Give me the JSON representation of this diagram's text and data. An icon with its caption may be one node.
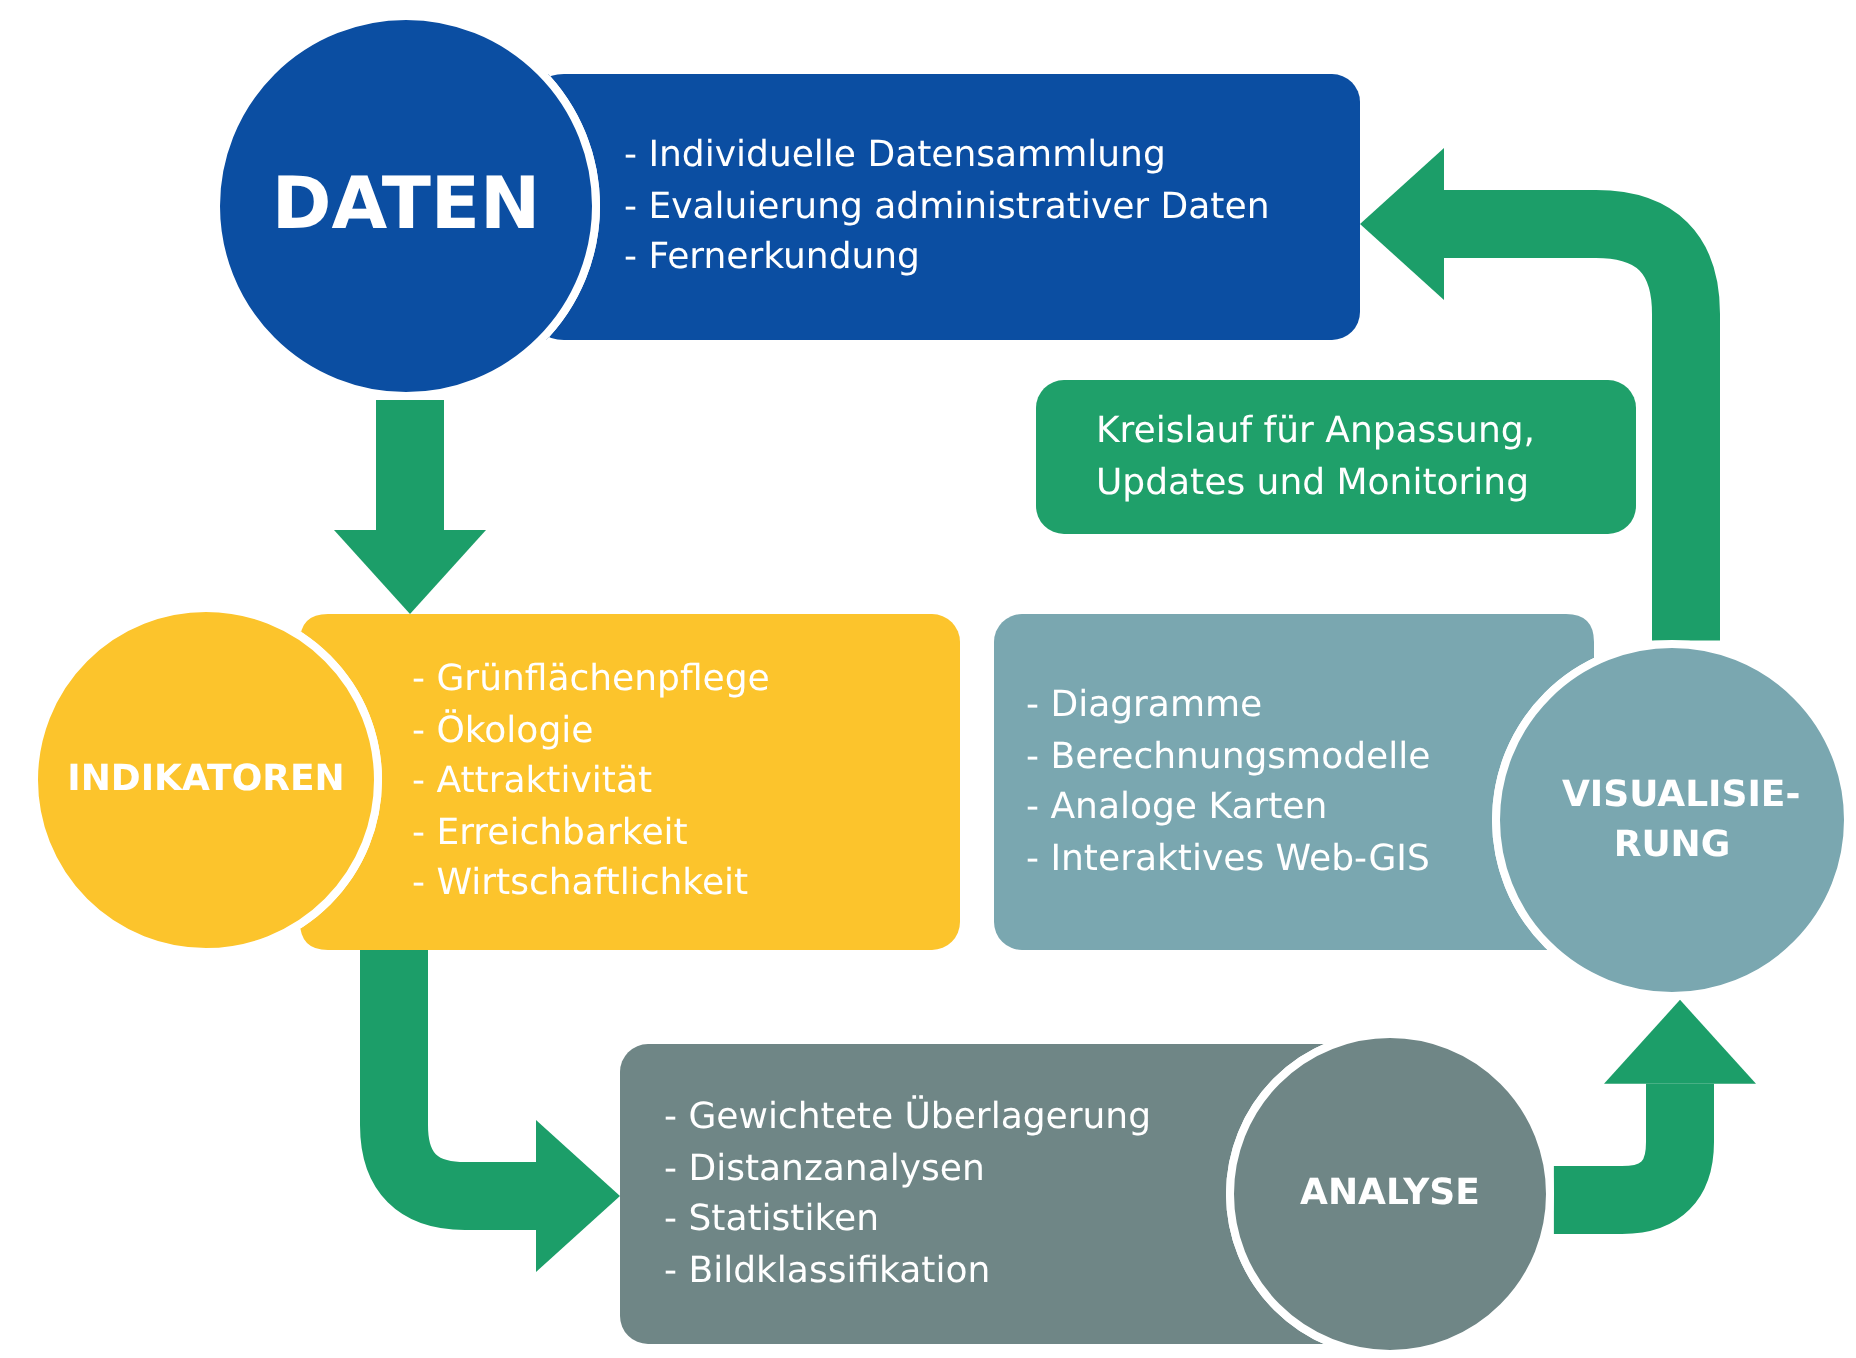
{
  "diagram": {
    "nodes": [
      {
        "text": [
          "DATEN"
        ]
      },
      {
        "text": [
          "- Individuelle Datensammlung",
          "- Evaluierung administrativer Daten",
          "- Fernerkundung"
        ]
      },
      {
        "text": [
          "Kreislauf für Anpassung, Updates und Monitoring"
        ]
      },
      {
        "text": [
          "INDIKATOREN"
        ]
      },
      {
        "text": [
          "- Grünflächenpflege",
          "- Ökologie",
          "- Attraktivität",
          "- Erreichbarkeit",
          "- Wirtschaftlichkeit"
        ]
      },
      {
        "text": [
          "- Diagramme",
          "- Berechnungsmodelle",
          "- Analoge Karten",
          "- Interaktives Web-GIS"
        ]
      },
      {
        "text": [
          "VISUALISIE- RUNG"
        ]
      },
      {
        "text": [
          "- Gewichtete Überlagerung",
          "- Distanzanalysen",
          "- Statistiken",
          "- Bildklassifikation"
        ]
      },
      {
        "text": [
          "ANALYSE"
        ]
      }
    ],
    "edges": [
      {
        "from": 0,
        "to": 4,
        "arrow": "to"
      },
      {
        "from": 4,
        "to": 7,
        "arrow": "to"
      },
      {
        "from": 8,
        "to": 6,
        "arrow": "to"
      },
      {
        "from": 6,
        "to": 1,
        "arrow": "to"
      }
    ]
  }
}
